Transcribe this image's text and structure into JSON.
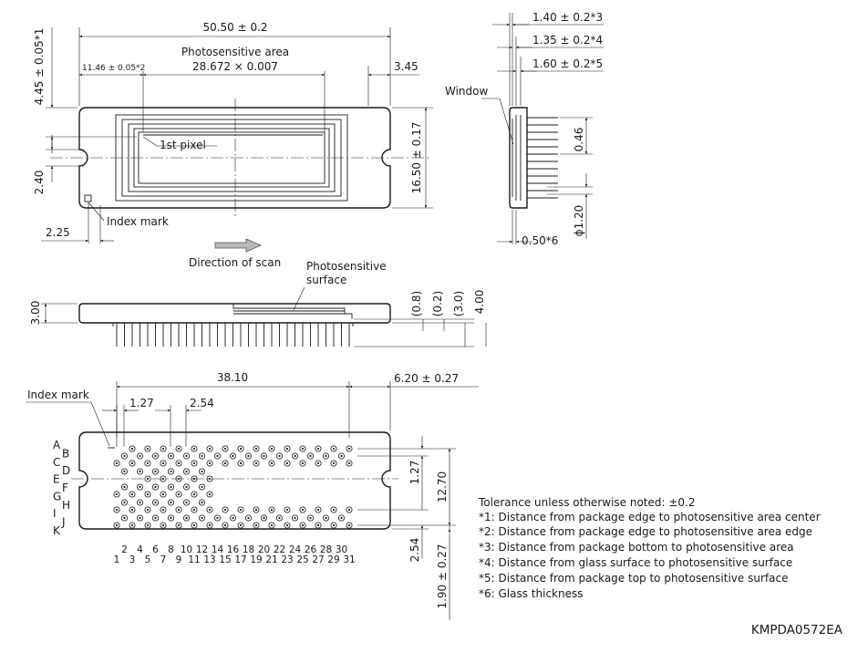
{
  "top_view": {
    "width_dim": "50.50 ± 0.2",
    "photosensitive_area_label": "Photosensitive area",
    "photosensitive_area_dim": "28.672 × 0.007",
    "edge_dim": "11.46 ± 0.05*2",
    "right_dim": "3.45",
    "height_top_dim": "4.45 ± 0.05*1",
    "slot_dim": "2.40",
    "height_dim": "16.50 ± 0.17",
    "index_dim": "2.25",
    "first_pixel_label": "1st pixel",
    "index_mark_label": "Index mark"
  },
  "scan": {
    "label": "Direction of scan"
  },
  "side_view": {
    "window_label": "Window",
    "dim_1": "1.40 ± 0.2*3",
    "dim_2": "1.35 ± 0.2*4",
    "dim_3": "1.60 ± 0.2*5",
    "pin_pitch_dim": "0.46",
    "pin_dia_dim": "ϕ1.20",
    "glass_dim": "0.50*6"
  },
  "front_view": {
    "surface_label_1": "Photosensitive",
    "surface_label_2": "surface",
    "height_dim": "3.00",
    "dim_a": "(0.8)",
    "dim_b": "(0.2)",
    "dim_c": "(3.0)",
    "dim_d": "4.00"
  },
  "bottom_view": {
    "index_mark_label": "Index mark",
    "span_dim": "38.10",
    "right_dim": "6.20 ± 0.27",
    "pitch_1": "1.27",
    "pitch_2": "2.54",
    "row_pitch": "1.27",
    "row_span": "12.70",
    "bottom_pitch": "2.54",
    "bottom_dim": "1.90 ± 0.27",
    "rows_a_to_k": [
      "A",
      "B",
      "C",
      "D",
      "E",
      "F",
      "G",
      "H",
      "I",
      "J",
      "K"
    ],
    "cols_even": [
      "2",
      "4",
      "6",
      "8",
      "10",
      "12",
      "14",
      "16",
      "18",
      "20",
      "22",
      "24",
      "26",
      "28",
      "30"
    ],
    "cols_odd": [
      "1",
      "3",
      "5",
      "7",
      "9",
      "11",
      "13",
      "15",
      "17",
      "19",
      "21",
      "23",
      "25",
      "27",
      "29",
      "31"
    ]
  },
  "notes": [
    "Tolerance unless otherwise noted: ±0.2",
    "*1: Distance from package edge to photosensitive area center",
    "*2: Distance from package edge to photosensitive area edge",
    "*3: Distance from package bottom to photosensitive area",
    "*4: Distance from glass surface to photosensitive surface",
    "*5: Distance from package top to photosensitive surface",
    "*6: Glass thickness"
  ],
  "drawing_code": "KMPDA0572EA"
}
